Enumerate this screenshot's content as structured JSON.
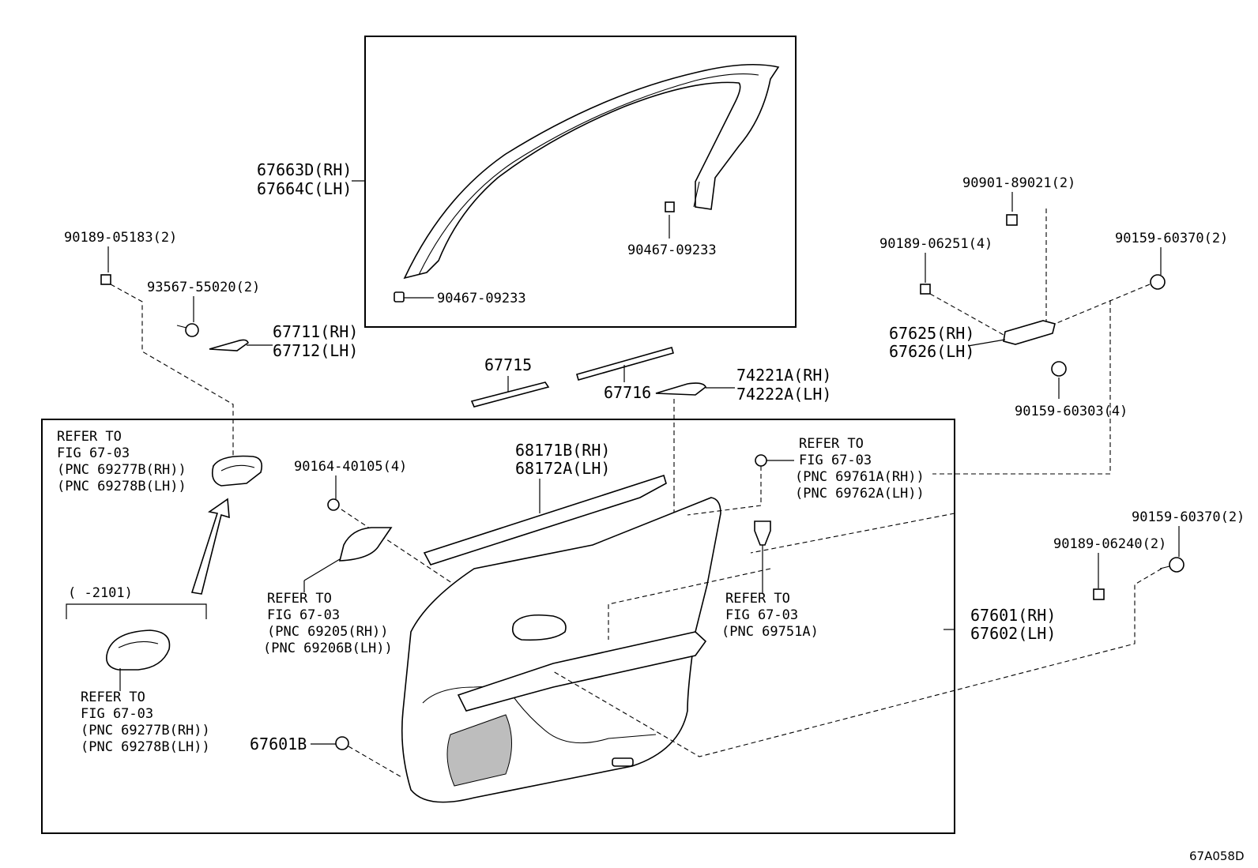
{
  "labels": {
    "moulding_rh": "67663D(RH)",
    "moulding_lh": "67664C(LH)",
    "clip_upper": "90467-09233",
    "clip_lower": "90467-09233",
    "clip_left": "90189-05183(2)",
    "screw_left": "93567-55020(2)",
    "cover_rh": "67711(RH)",
    "cover_lh": "67712(LH)",
    "p67715": "67715",
    "p67716": "67716",
    "armrest_rh": "74221A(RH)",
    "armrest_lh": "74222A(LH)",
    "nut_right": "90901-89021(2)",
    "clip_right": "90189-06251(4)",
    "screw_right_top": "90159-60370(2)",
    "bracket_rh": "67625(RH)",
    "bracket_lh": "67626(LH)",
    "screw_right_mid": "90159-60303(4)",
    "refer_left_1": "REFER TO",
    "refer_left_2": "FIG 67-03",
    "refer_left_3": "(PNC 69277B(RH))",
    "refer_left_4": "(PNC 69278B(LH))",
    "screw_center": "90164-40105(4)",
    "belt_rh": "68171B(RH)",
    "belt_lh": "68172A(LH)",
    "refer_right_1": "REFER TO",
    "refer_right_2": "FIG 67-03",
    "refer_right_3": "(PNC 69761A(RH))",
    "refer_right_4": "(PNC 69762A(LH))",
    "screw_far_right": "90159-60370(2)",
    "clip_far_right": "90189-06240(2)",
    "date_range": "(     -2101)",
    "refer_handle_1": "REFER TO",
    "refer_handle_2": "FIG 67-03",
    "refer_handle_3": "(PNC 69205(RH))",
    "refer_handle_4": "(PNC 69206B(LH))",
    "refer_switch_1": "REFER TO",
    "refer_switch_2": "FIG 67-03",
    "refer_switch_3": "(PNC 69751A)",
    "panel_rh": "67601(RH)",
    "panel_lh": "67602(LH)",
    "refer_old_1": "REFER TO",
    "refer_old_2": "FIG 67-03",
    "refer_old_3": "(PNC 69277B(RH))",
    "refer_old_4": "(PNC 69278B(LH))",
    "cap": "67601B",
    "figure_code": "67A058D"
  }
}
